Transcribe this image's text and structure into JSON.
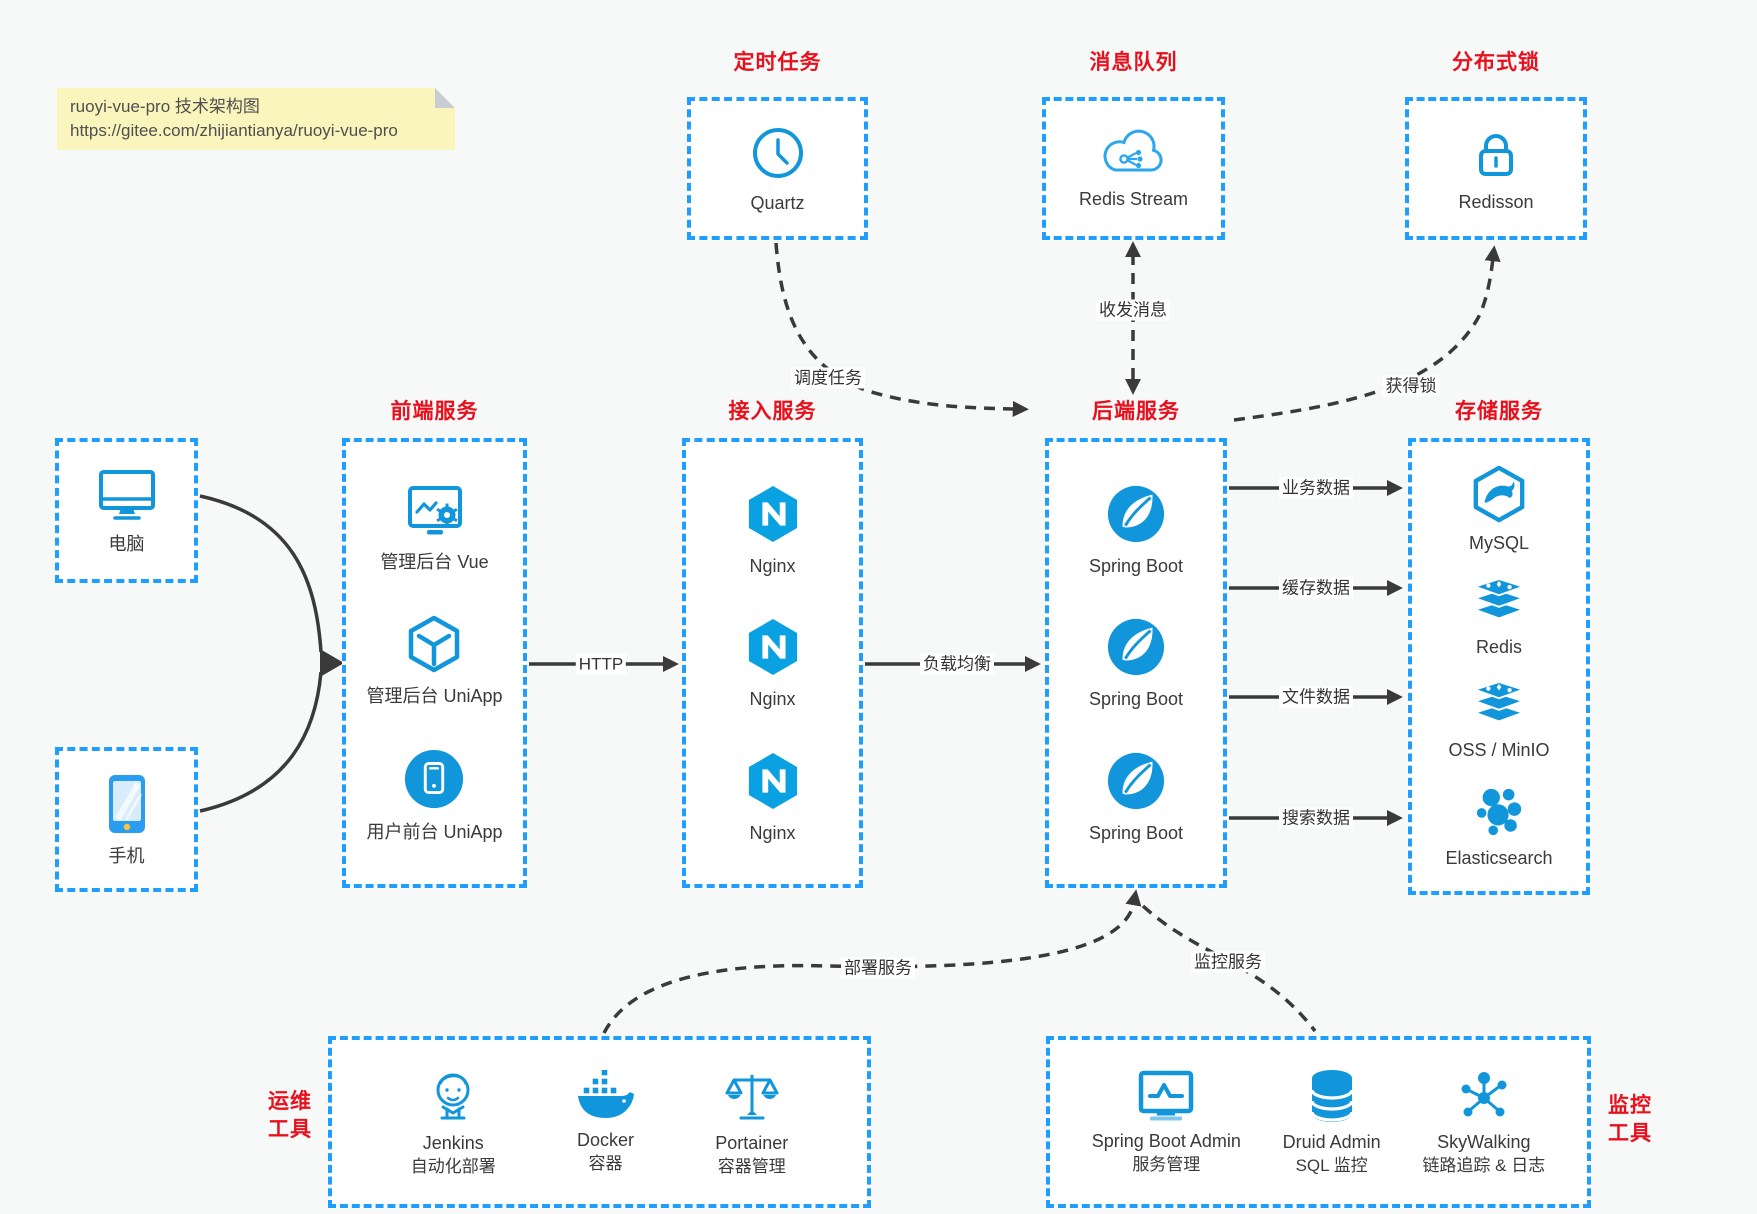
{
  "note": {
    "title": "ruoyi-vue-pro 技术架构图",
    "url": "https://gitee.com/zhijiantianya/ruoyi-vue-pro"
  },
  "top_services": [
    {
      "title": "定时任务",
      "label": "Quartz",
      "icon": "clock-icon"
    },
    {
      "title": "消息队列",
      "label": "Redis Stream",
      "icon": "cloud-stream-icon"
    },
    {
      "title": "分布式锁",
      "label": "Redisson",
      "icon": "lock-icon"
    }
  ],
  "clients": [
    {
      "label": "电脑",
      "icon": "desktop-icon"
    },
    {
      "label": "手机",
      "icon": "mobile-icon"
    }
  ],
  "frontend": {
    "title": "前端服务",
    "items": [
      "管理后台 Vue",
      "管理后台 UniApp",
      "用户前台 UniApp"
    ]
  },
  "gateway": {
    "title": "接入服务",
    "items": [
      "Nginx",
      "Nginx",
      "Nginx"
    ]
  },
  "backend": {
    "title": "后端服务",
    "items": [
      "Spring Boot",
      "Spring Boot",
      "Spring Boot"
    ]
  },
  "storage": {
    "title": "存储服务",
    "items": [
      "MySQL",
      "Redis",
      "OSS / MinIO",
      "Elasticsearch"
    ]
  },
  "ops": {
    "title_line1": "运维",
    "title_line2": "工具",
    "items": [
      {
        "name": "Jenkins",
        "desc": "自动化部署"
      },
      {
        "name": "Docker",
        "desc": "容器"
      },
      {
        "name": "Portainer",
        "desc": "容器管理"
      }
    ]
  },
  "monitoring": {
    "title_line1": "监控",
    "title_line2": "工具",
    "items": [
      {
        "name": "Spring Boot Admin",
        "desc": "服务管理"
      },
      {
        "name": "Druid Admin",
        "desc": "SQL 监控"
      },
      {
        "name": "SkyWalking",
        "desc": "链路追踪 & 日志"
      }
    ]
  },
  "edge_labels": {
    "http": "HTTP",
    "load_balance": "负载均衡",
    "schedule_task": "调度任务",
    "send_receive_message": "收发消息",
    "acquire_lock": "获得锁",
    "business_data": "业务数据",
    "cache_data": "缓存数据",
    "file_data": "文件数据",
    "search_data": "搜索数据",
    "deploy_service": "部署服务",
    "monitor_service": "监控服务"
  },
  "colors": {
    "accent_blue": "#1e9fff",
    "icon_blue": "#1296db",
    "title_red": "#e8101c",
    "arrow_gray": "#3a3a3a",
    "note_yellow": "#faf5bc",
    "canvas_bg": "#f7f8f8"
  }
}
